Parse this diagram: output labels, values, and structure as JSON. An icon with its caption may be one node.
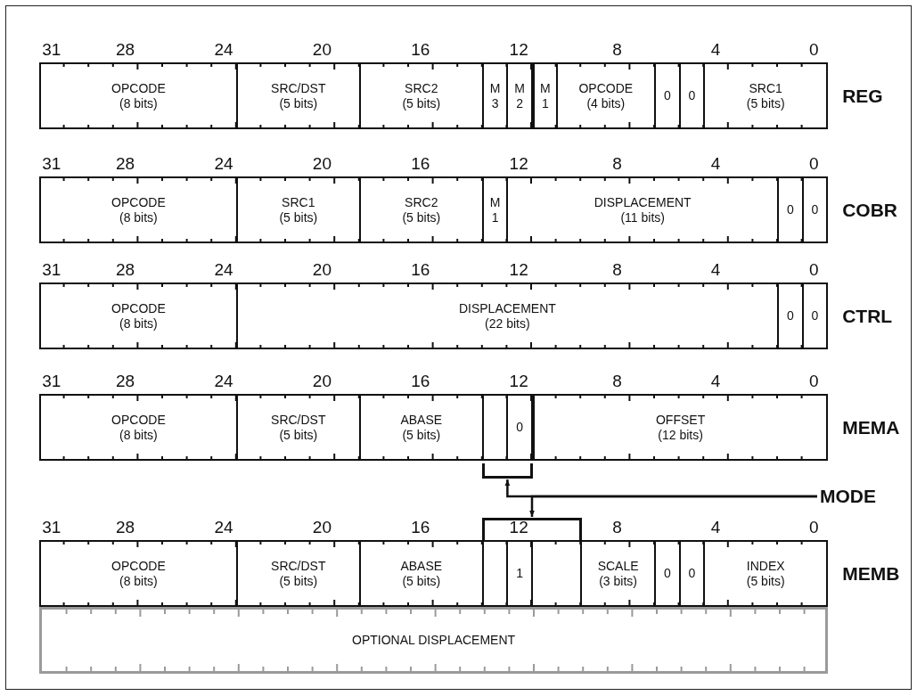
{
  "diagram": {
    "nodes": [
      {
        "text": [
          "REG"
        ]
      },
      {
        "text": [
          "OPCODE",
          "(8 bits)"
        ],
        "in": 0
      },
      {
        "text": [
          "SRC/DST",
          "(5 bits)"
        ],
        "in": 0
      },
      {
        "text": [
          "SRC2",
          "(5 bits)"
        ],
        "in": 0
      },
      {
        "text": [
          "M",
          "3"
        ],
        "in": 0
      },
      {
        "text": [
          "M",
          "2"
        ],
        "in": 0
      },
      {
        "text": [
          "M",
          "1"
        ],
        "in": 0
      },
      {
        "text": [
          "OPCODE",
          "(4 bits)"
        ],
        "in": 0
      },
      {
        "text": [
          "0"
        ],
        "in": 0
      },
      {
        "text": [
          "0"
        ],
        "in": 0
      },
      {
        "text": [
          "SRC1",
          "(5 bits)"
        ],
        "in": 0
      },
      {
        "text": [
          "COBR"
        ]
      },
      {
        "text": [
          "OPCODE",
          "(8 bits)"
        ],
        "in": 11
      },
      {
        "text": [
          "SRC1",
          "(5 bits)"
        ],
        "in": 11
      },
      {
        "text": [
          "SRC2",
          "(5 bits)"
        ],
        "in": 11
      },
      {
        "text": [
          "M",
          "1"
        ],
        "in": 11
      },
      {
        "text": [
          "DISPLACEMENT",
          "(11 bits)"
        ],
        "in": 11
      },
      {
        "text": [
          "0"
        ],
        "in": 11
      },
      {
        "text": [
          "0"
        ],
        "in": 11
      },
      {
        "text": [
          "CTRL"
        ]
      },
      {
        "text": [
          "OPCODE",
          "(8 bits)"
        ],
        "in": 19
      },
      {
        "text": [
          "DISPLACEMENT",
          "(22 bits)"
        ],
        "in": 19
      },
      {
        "text": [
          "0"
        ],
        "in": 19
      },
      {
        "text": [
          "0"
        ],
        "in": 19
      },
      {
        "text": [
          "MEMA"
        ]
      },
      {
        "text": [
          "OPCODE",
          "(8 bits)"
        ],
        "in": 24
      },
      {
        "text": [
          "SRC/DST",
          "(5 bits)"
        ],
        "in": 24
      },
      {
        "text": [
          "ABASE",
          "(5 bits)"
        ],
        "in": 24
      },
      {
        "text": [],
        "shape": "box",
        "in": 24
      },
      {
        "text": [
          "0"
        ],
        "in": 24
      },
      {
        "text": [
          "OFFSET",
          "(12 bits)"
        ],
        "in": 24
      },
      {
        "text": [],
        "shape": "bracket"
      },
      {
        "text": [
          "MODE"
        ]
      },
      {
        "text": [],
        "shape": "bracket"
      },
      {
        "text": [
          "MEMB"
        ]
      },
      {
        "text": [
          "OPCODE",
          "(8 bits)"
        ],
        "in": 34
      },
      {
        "text": [
          "SRC/DST",
          "(5 bits)"
        ],
        "in": 34
      },
      {
        "text": [
          "ABASE",
          "(5 bits)"
        ],
        "in": 34
      },
      {
        "text": [],
        "shape": "box",
        "in": 34
      },
      {
        "text": [
          "1"
        ],
        "in": 34
      },
      {
        "text": [],
        "shape": "box",
        "in": 34
      },
      {
        "text": [
          "SCALE",
          "(3 bits)"
        ],
        "in": 34
      },
      {
        "text": [
          "0"
        ],
        "in": 34
      },
      {
        "text": [
          "0"
        ],
        "in": 34
      },
      {
        "text": [
          "INDEX",
          "(5 bits)"
        ],
        "in": 34
      },
      {
        "text": [
          "OPTIONAL DISPLACEMENT"
        ]
      }
    ],
    "edges": [
      {
        "from": 32,
        "to": 31,
        "arrow": "to"
      },
      {
        "from": 32,
        "to": 33,
        "arrow": "to"
      }
    ],
    "labels": [
      "31",
      "28",
      "24",
      "20",
      "16",
      "12",
      "8",
      "4",
      "0",
      "31",
      "28",
      "24",
      "20",
      "16",
      "12",
      "8",
      "4",
      "0",
      "31",
      "28",
      "24",
      "20",
      "16",
      "12",
      "8",
      "4",
      "0",
      "31",
      "28",
      "24",
      "20",
      "16",
      "12",
      "8",
      "4",
      "0",
      "31",
      "28",
      "24",
      "20",
      "16",
      "12",
      "8",
      "4",
      "0"
    ]
  }
}
